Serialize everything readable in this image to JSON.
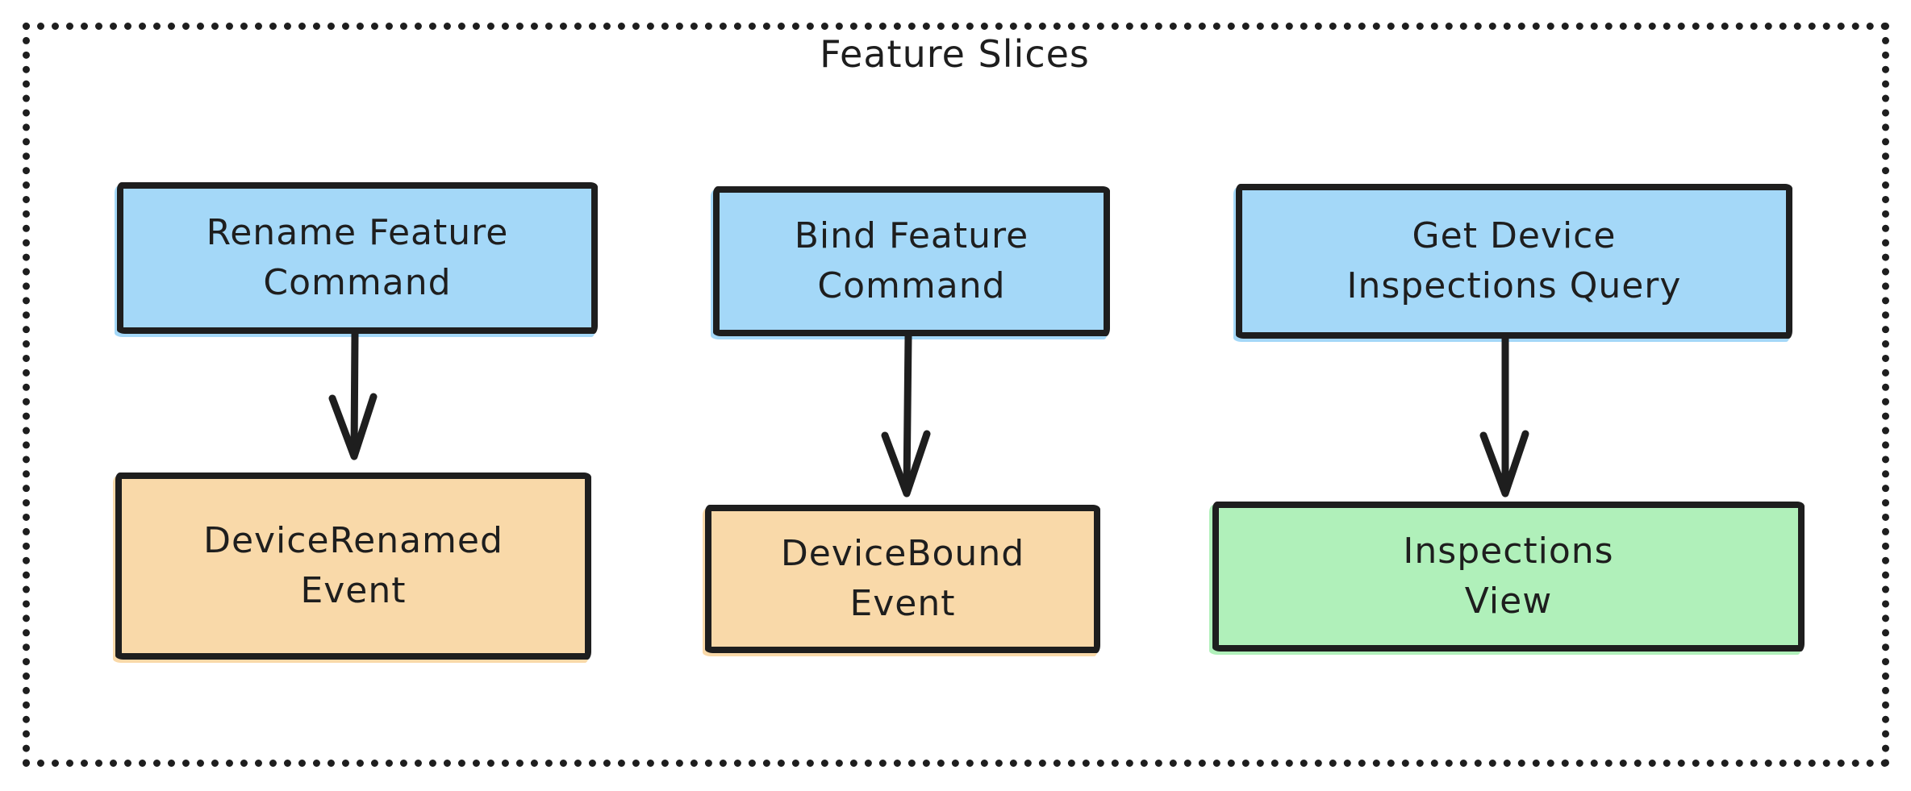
{
  "frame": {
    "title": "Feature Slices"
  },
  "nodes": [
    {
      "id": "rename-feature-command",
      "label": "Rename Feature\nCommand",
      "kind": "command",
      "fill": "#a4d8f8"
    },
    {
      "id": "device-renamed-event",
      "label": "DeviceRenamed\nEvent",
      "kind": "event",
      "fill": "#f9d9a9"
    },
    {
      "id": "bind-feature-command",
      "label": "Bind Feature\nCommand",
      "kind": "command",
      "fill": "#a4d8f8"
    },
    {
      "id": "device-bound-event",
      "label": "DeviceBound\nEvent",
      "kind": "event",
      "fill": "#f9d9a9"
    },
    {
      "id": "get-device-inspections-query",
      "label": "Get Device\nInspections Query",
      "kind": "query",
      "fill": "#a4d8f8"
    },
    {
      "id": "inspections-view",
      "label": "Inspections\nView",
      "kind": "view",
      "fill": "#b0f0ba"
    }
  ],
  "edges": [
    {
      "from": "rename-feature-command",
      "to": "device-renamed-event"
    },
    {
      "from": "bind-feature-command",
      "to": "device-bound-event"
    },
    {
      "from": "get-device-inspections-query",
      "to": "inspections-view"
    }
  ],
  "colors": {
    "stroke": "#1e1e1e",
    "command_query_fill": "#a4d8f8",
    "event_fill": "#f9d9a9",
    "view_fill": "#b0f0ba",
    "background": "#ffffff"
  }
}
